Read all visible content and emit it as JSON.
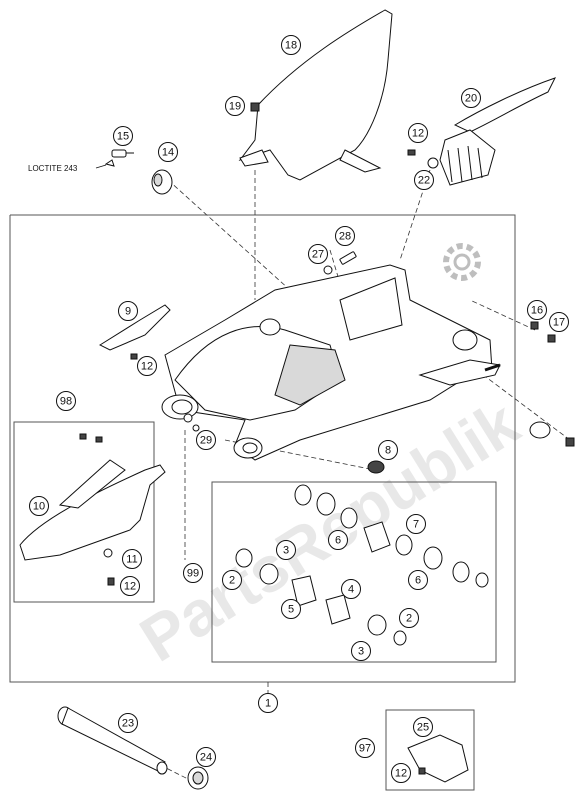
{
  "note": "LOCTITE 243",
  "watermark": "PartsRepublik",
  "callouts": [
    {
      "id": "c18",
      "label": "18"
    },
    {
      "id": "c19",
      "label": "19"
    },
    {
      "id": "c20",
      "label": "20"
    },
    {
      "id": "c15",
      "label": "15"
    },
    {
      "id": "c14",
      "label": "14"
    },
    {
      "id": "c12a",
      "label": "12"
    },
    {
      "id": "c22",
      "label": "22"
    },
    {
      "id": "c27",
      "label": "27"
    },
    {
      "id": "c28",
      "label": "28"
    },
    {
      "id": "c9",
      "label": "9"
    },
    {
      "id": "c12b",
      "label": "12"
    },
    {
      "id": "c16",
      "label": "16"
    },
    {
      "id": "c17",
      "label": "17"
    },
    {
      "id": "c98",
      "label": "98"
    },
    {
      "id": "c29",
      "label": "29"
    },
    {
      "id": "c8",
      "label": "8"
    },
    {
      "id": "c10",
      "label": "10"
    },
    {
      "id": "c11",
      "label": "11"
    },
    {
      "id": "c12c",
      "label": "12"
    },
    {
      "id": "c7",
      "label": "7"
    },
    {
      "id": "c6a",
      "label": "6"
    },
    {
      "id": "c3a",
      "label": "3"
    },
    {
      "id": "c99",
      "label": "99"
    },
    {
      "id": "c2a",
      "label": "2"
    },
    {
      "id": "c6b",
      "label": "6"
    },
    {
      "id": "c4",
      "label": "4"
    },
    {
      "id": "c5",
      "label": "5"
    },
    {
      "id": "c2b",
      "label": "2"
    },
    {
      "id": "c3b",
      "label": "3"
    },
    {
      "id": "c1",
      "label": "1"
    },
    {
      "id": "c23",
      "label": "23"
    },
    {
      "id": "c25",
      "label": "25"
    },
    {
      "id": "c97",
      "label": "97"
    },
    {
      "id": "c24",
      "label": "24"
    },
    {
      "id": "c12d",
      "label": "12"
    }
  ]
}
